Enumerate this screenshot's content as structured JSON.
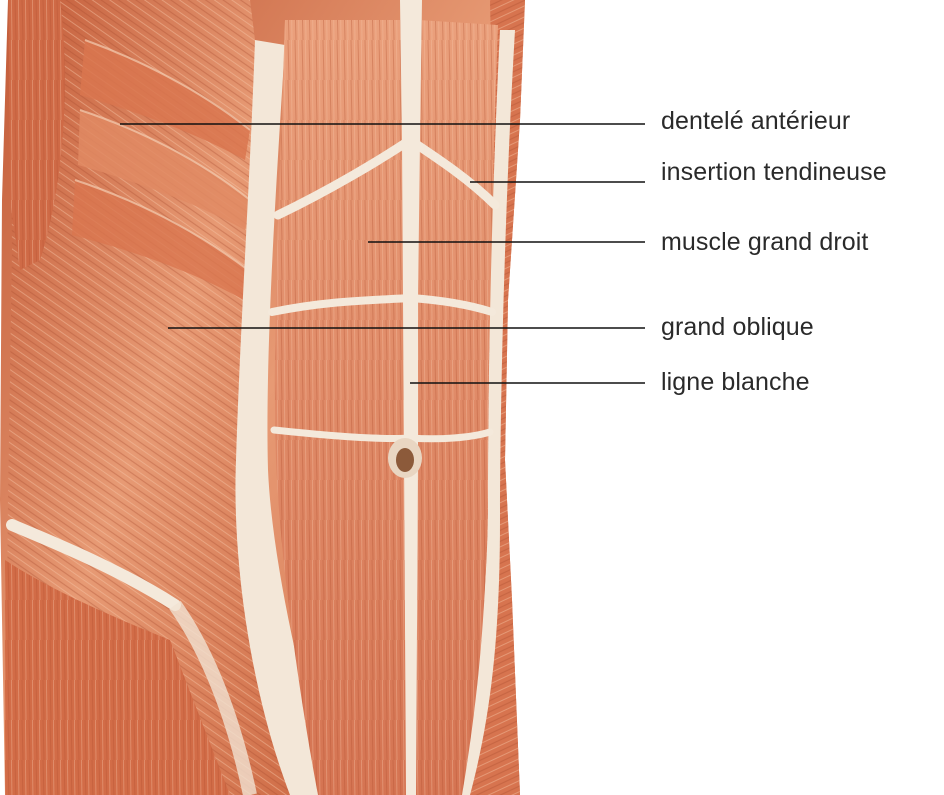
{
  "labels": {
    "serratus": "dentelé antérieur",
    "tendinous": "insertion tendineuse",
    "rectus": "muscle grand droit",
    "oblique": "grand oblique",
    "linea_alba": "ligne blanche"
  },
  "colors": {
    "background": "#ffffff",
    "muscle_light": "#e9a07c",
    "muscle_mid": "#d97c57",
    "muscle_dark": "#b95535",
    "tendon": "#f3e7d8",
    "leader_line": "#111111",
    "label_text": "#2a2a2a"
  }
}
